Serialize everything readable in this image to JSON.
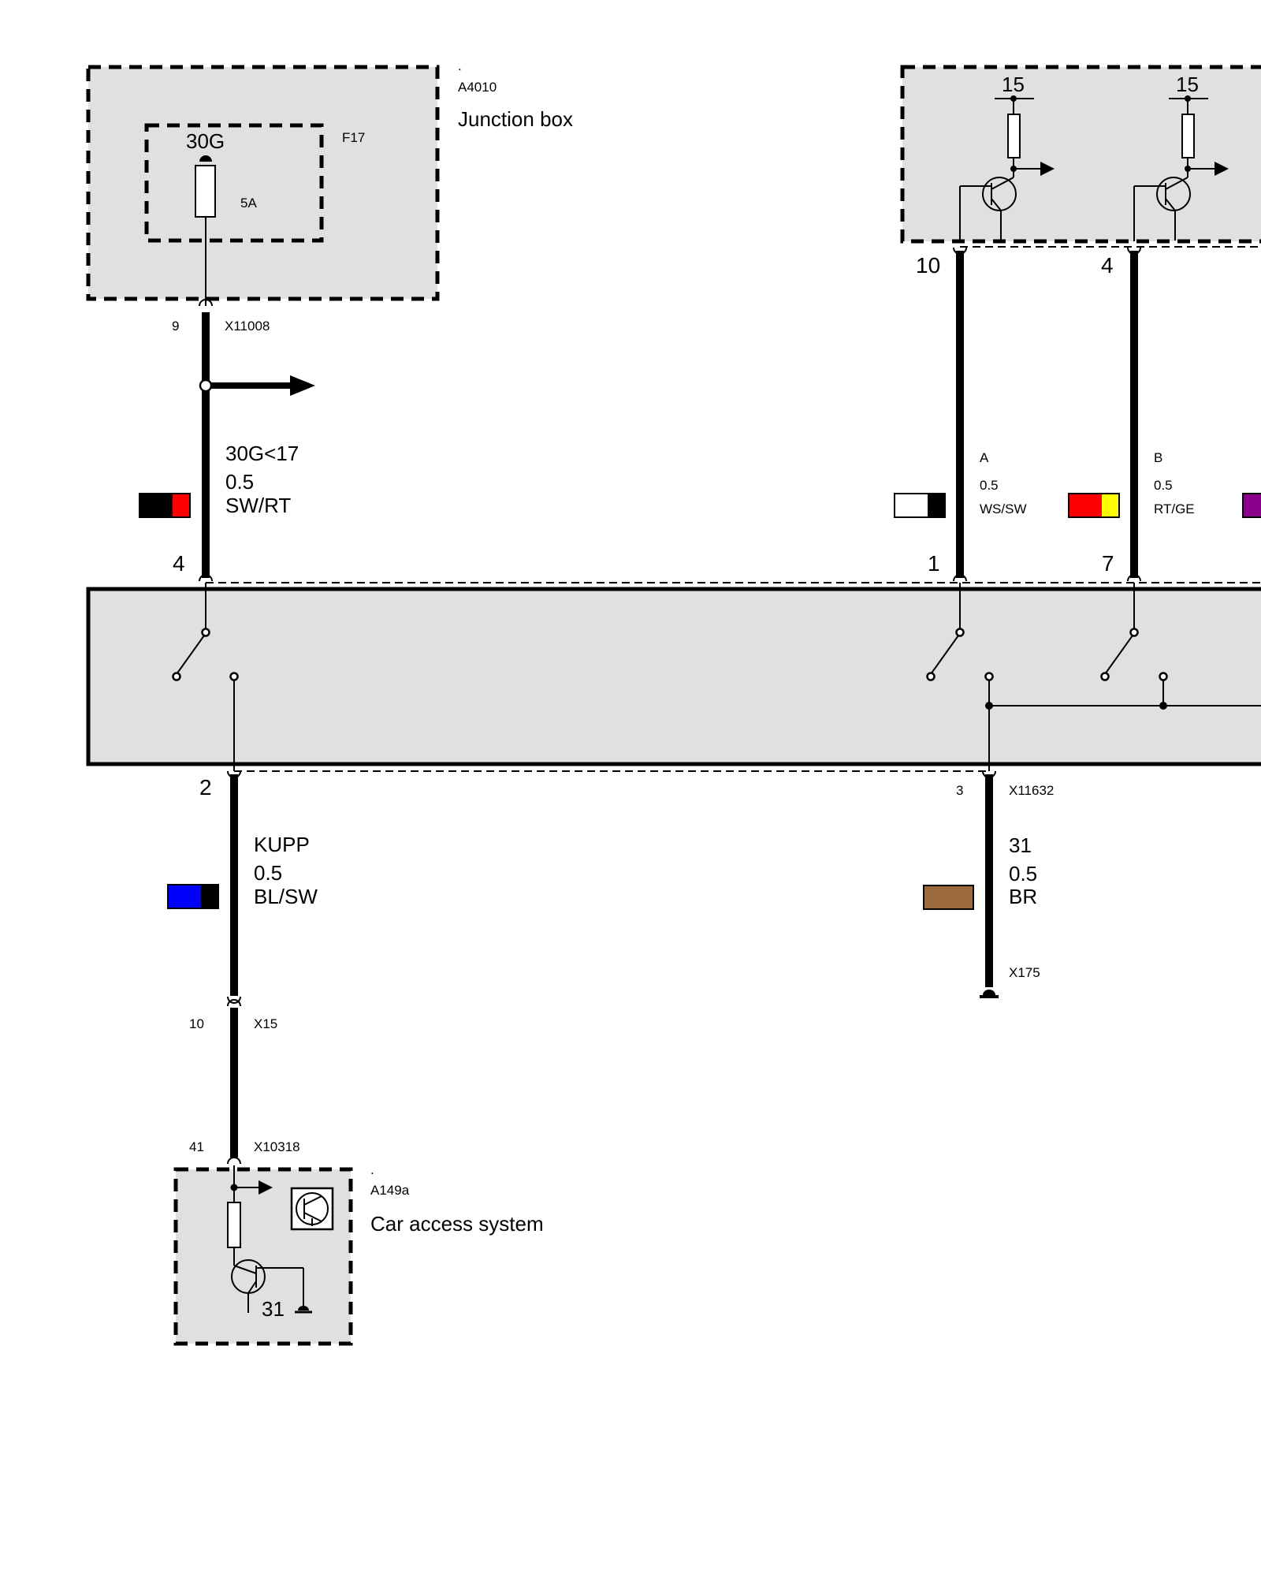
{
  "junction_box": {
    "dot": ".",
    "id": "A4010",
    "name": "Junction box",
    "fuse": "F17",
    "fuse_terminal": "30G",
    "fuse_rating": "5A",
    "pin": "9",
    "connector": "X11008"
  },
  "top_module": {
    "terminal_a": "15",
    "terminal_b": "15",
    "pin_a": "10",
    "pin_b": "4"
  },
  "wires": {
    "w30g": {
      "signal": "30G<17",
      "gauge": "0.5",
      "color": "SW/RT",
      "swatch": [
        "#000000",
        "#ff0000"
      ]
    },
    "wa": {
      "signal": "A",
      "gauge": "0.5",
      "color": "WS/SW",
      "swatch": [
        "#ffffff",
        "#000000"
      ]
    },
    "wb": {
      "signal": "B",
      "gauge": "0.5",
      "color": "RT/GE",
      "swatch": [
        "#ff0000",
        "#ffff00"
      ]
    },
    "wc_swatch": [
      "#8b008b"
    ],
    "kupp": {
      "signal": "KUPP",
      "gauge": "0.5",
      "color": "BL/SW",
      "swatch": [
        "#0000ff",
        "#000000"
      ]
    },
    "gnd": {
      "signal": "31",
      "gauge": "0.5",
      "color": "BR",
      "swatch": [
        "#9b6a3a"
      ]
    }
  },
  "control_unit": {
    "pin_top_1": "4",
    "pin_top_2": "1",
    "pin_top_3": "7",
    "pin_bottom_1": "2",
    "pin_bottom_2": "3",
    "connector_bottom": "X11632"
  },
  "ground": {
    "point": "X175"
  },
  "kupp_path": {
    "pin_a": "10",
    "connector_a": "X15",
    "pin_b": "41",
    "connector_b": "X10318"
  },
  "car_access": {
    "dot": ".",
    "id": "A149a",
    "name": "Car access system",
    "ground_terminal": "31"
  }
}
